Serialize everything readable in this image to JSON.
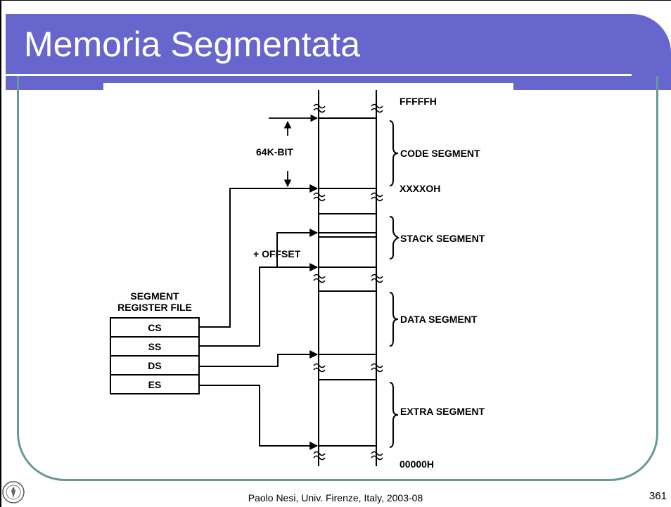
{
  "slide": {
    "title": "Memoria Segmentata",
    "footer": "Paolo Nesi, Univ. Firenze, Italy, 2003-08",
    "page_number": "361"
  },
  "diagram": {
    "address_top": "FFFFFH",
    "address_segment": "XXXXOH",
    "address_bottom": "00000H",
    "size_label": "64K-BIT",
    "offset_label": "+ OFFSET",
    "segments": {
      "code": "CODE SEGMENT",
      "stack": "STACK SEGMENT",
      "data": "DATA SEGMENT",
      "extra": "EXTRA SEGMENT"
    },
    "register_file": {
      "title_line1": "SEGMENT",
      "title_line2": "REGISTER FILE",
      "registers": [
        "CS",
        "SS",
        "DS",
        "ES"
      ]
    }
  },
  "colors": {
    "title_band": "#6666cc",
    "frame": "#669999"
  }
}
